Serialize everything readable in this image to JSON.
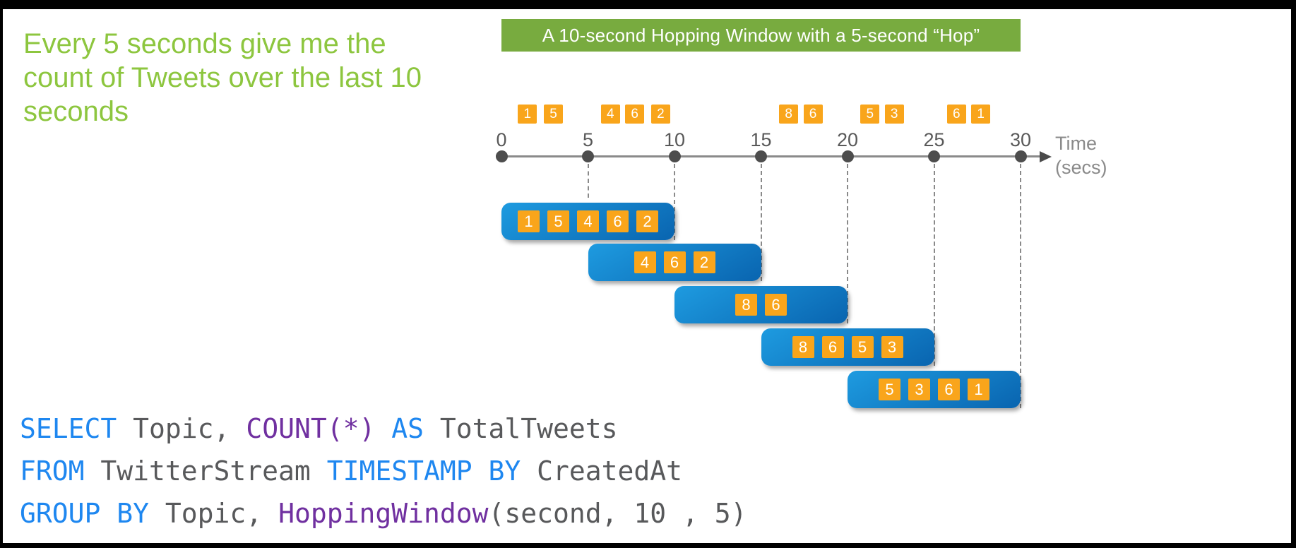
{
  "headline": {
    "text": "Every 5 seconds give me the count of Tweets over the last 10 seconds"
  },
  "banner": {
    "text": "A 10-second Hopping Window with a 5-second “Hop”"
  },
  "timeline": {
    "axis_label": [
      "Time",
      "(secs)"
    ],
    "unit": "seconds",
    "range": [
      0,
      30
    ],
    "ticks": [
      0,
      5,
      10,
      15,
      20,
      25,
      30
    ],
    "events": [
      {
        "value": 1,
        "t": 1.5
      },
      {
        "value": 5,
        "t": 3.0
      },
      {
        "value": 4,
        "t": 6.3
      },
      {
        "value": 6,
        "t": 7.7
      },
      {
        "value": 2,
        "t": 9.2
      },
      {
        "value": 8,
        "t": 16.6
      },
      {
        "value": 6,
        "t": 18.0
      },
      {
        "value": 5,
        "t": 21.3
      },
      {
        "value": 3,
        "t": 22.7
      },
      {
        "value": 6,
        "t": 26.3
      },
      {
        "value": 1,
        "t": 27.7
      }
    ]
  },
  "windows": [
    {
      "start": 0,
      "end": 10,
      "values": [
        1,
        5,
        4,
        6,
        2
      ]
    },
    {
      "start": 5,
      "end": 15,
      "values": [
        4,
        6,
        2
      ]
    },
    {
      "start": 10,
      "end": 20,
      "values": [
        8,
        6
      ]
    },
    {
      "start": 15,
      "end": 25,
      "values": [
        8,
        6,
        5,
        3
      ]
    },
    {
      "start": 20,
      "end": 30,
      "values": [
        5,
        3,
        6,
        1
      ]
    }
  ],
  "sql": {
    "lines": [
      [
        {
          "text": "SELECT",
          "style": "kw"
        },
        {
          "text": " Topic, ",
          "style": "plain"
        },
        {
          "text": "COUNT(*)",
          "style": "fn"
        },
        {
          "text": " ",
          "style": "plain"
        },
        {
          "text": "AS",
          "style": "kw"
        },
        {
          "text": " TotalTweets",
          "style": "plain"
        }
      ],
      [
        {
          "text": "FROM",
          "style": "kw"
        },
        {
          "text": " TwitterStream ",
          "style": "plain"
        },
        {
          "text": "TIMESTAMP BY",
          "style": "kw"
        },
        {
          "text": " CreatedAt",
          "style": "plain"
        }
      ],
      [
        {
          "text": "GROUP BY",
          "style": "kw"
        },
        {
          "text": " Topic, ",
          "style": "plain"
        },
        {
          "text": "HoppingWindow",
          "style": "fn"
        },
        {
          "text": "(second, 10 , 5)",
          "style": "plain"
        }
      ]
    ]
  },
  "colors": {
    "green_text": "#8DC63F",
    "banner_green": "#78AB3F",
    "event_orange": "#F9A51B",
    "window_blue_light": "#1E9BE0",
    "window_blue_dark": "#0A67B2",
    "keyword_blue": "#1E87F0",
    "function_purple": "#7030A0",
    "code_gray": "#58595B",
    "tick_gray": "#595959",
    "dot_gray": "#4D4D4D",
    "axis_gray": "#8A8A8A"
  }
}
